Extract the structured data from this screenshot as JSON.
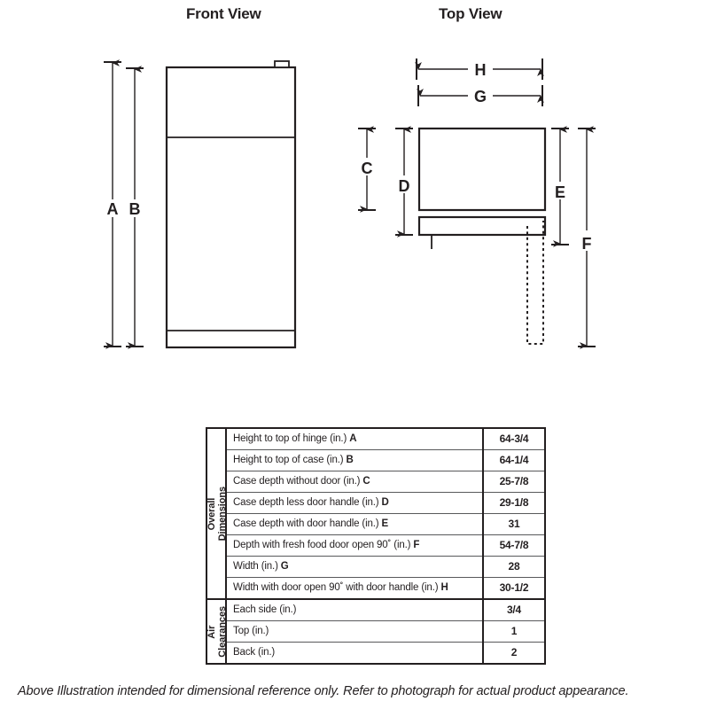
{
  "views": {
    "front_title": "Front View",
    "top_title": "Top View"
  },
  "dimension_letters": {
    "A": "A",
    "B": "B",
    "C": "C",
    "D": "D",
    "E": "E",
    "F": "F",
    "G": "G",
    "H": "H"
  },
  "table": {
    "groups": [
      {
        "label": "Overall\nDimensions",
        "rows": [
          {
            "desc": "Height to top of hinge (in.) ",
            "letter": "A",
            "value": "64-3/4"
          },
          {
            "desc": "Height to top of case (in.) ",
            "letter": "B",
            "value": "64-1/4"
          },
          {
            "desc": "Case depth without door (in.) ",
            "letter": "C",
            "value": "25-7/8"
          },
          {
            "desc": "Case depth less door handle (in.) ",
            "letter": "D",
            "value": "29-1/8"
          },
          {
            "desc": "Case depth with door handle (in.) ",
            "letter": "E",
            "value": "31"
          },
          {
            "desc": "Depth with fresh food door open 90˚ (in.) ",
            "letter": "F",
            "value": "54-7/8"
          },
          {
            "desc": "Width (in.) ",
            "letter": "G",
            "value": "28"
          },
          {
            "desc": "Width with door open 90˚ with door handle (in.) ",
            "letter": "H",
            "value": "30-1/2"
          }
        ]
      },
      {
        "label": "Air\nClearances",
        "rows": [
          {
            "desc": "Each side (in.)",
            "letter": "",
            "value": "3/4"
          },
          {
            "desc": "Top (in.)",
            "letter": "",
            "value": "1"
          },
          {
            "desc": "Back (in.)",
            "letter": "",
            "value": "2"
          }
        ]
      }
    ]
  },
  "caption": "Above Illustration intended for dimensional reference only. Refer to photograph for actual product appearance.",
  "colors": {
    "line": "#231f20",
    "thin_line": "#58595b",
    "background": "#ffffff"
  }
}
